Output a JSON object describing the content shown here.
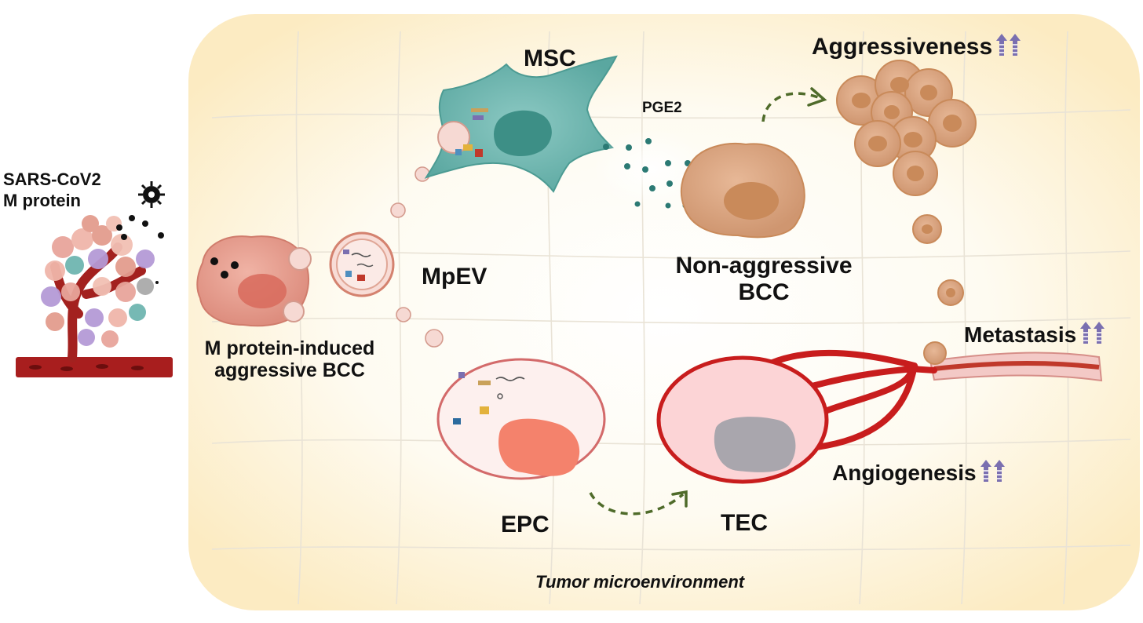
{
  "labels": {
    "sars": [
      "SARS-CoV2",
      "M protein"
    ],
    "msc": "MSC",
    "pge2": "PGE2",
    "aggressiveness": "Aggressiveness",
    "mpev": "MpEV",
    "non_aggressive": [
      "Non-aggressive",
      "BCC"
    ],
    "m_protein_bcc": [
      "M protein-induced",
      "aggressive BCC"
    ],
    "metastasis": "Metastasis",
    "epc": "EPC",
    "tec": "TEC",
    "angiogenesis": "Angiogenesis",
    "tme": "Tumor microenvironment"
  },
  "colors": {
    "background_glow": "#fdf1cf",
    "bcc_cell": "#d9a07c",
    "bcc_nucleus": "#c98a5a",
    "aggressive_cell": "#e39c8e",
    "msc_cell": "#6fb6b0",
    "msc_nucleus": "#3d8f86",
    "epc_nucleus": "#f4826c",
    "tec_nucleus": "#a9a6ad",
    "vessel": "#c81d1d",
    "cell_border": "#c94b4b",
    "arrow_dashed": "#4f6b2a",
    "up_arrow": "#7a6fb0"
  },
  "icons": {
    "increase": "double-up-arrow-icon",
    "virus": "virus-icon"
  }
}
